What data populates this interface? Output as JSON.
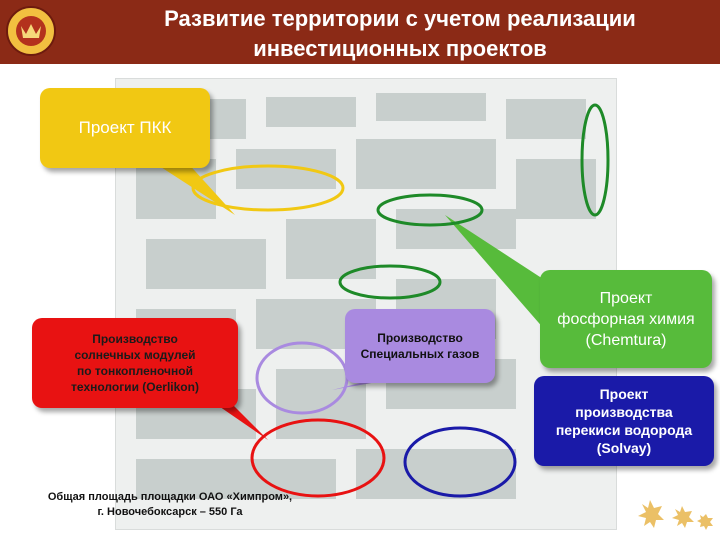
{
  "header": {
    "title_line1": "Развитие территории с учетом реализации",
    "title_line2": "инвестиционных проектов",
    "background": "#8b2a16"
  },
  "callouts": {
    "pkk": {
      "label": "Проект ПКК",
      "color": "#f1c813"
    },
    "solar": {
      "line1": "Производство",
      "line2": "солнечных модулей",
      "line3": "по тонкопленочной",
      "line4": "технологии (Oerlikon)",
      "color": "#e81212"
    },
    "special_gases": {
      "line1": "Производство",
      "line2": "Специальных газов",
      "color": "#a98ae0"
    },
    "phosphor": {
      "line1": "Проект",
      "line2": "фосфорная химия",
      "line3": "(Chemtura)",
      "color": "#57bb3b"
    },
    "peroxide": {
      "line1": "Проект",
      "line2": "производства",
      "line3": "перекиси водорода",
      "line4": "(Solvay)",
      "color": "#1a1aa8"
    }
  },
  "footer": {
    "area_line1": "Общая площадь площадки ОАО «Химпром»,",
    "area_line2": "г. Новочебоксарск – 550 Га"
  },
  "icons": [
    "emblem-icon",
    "gears-icon"
  ]
}
